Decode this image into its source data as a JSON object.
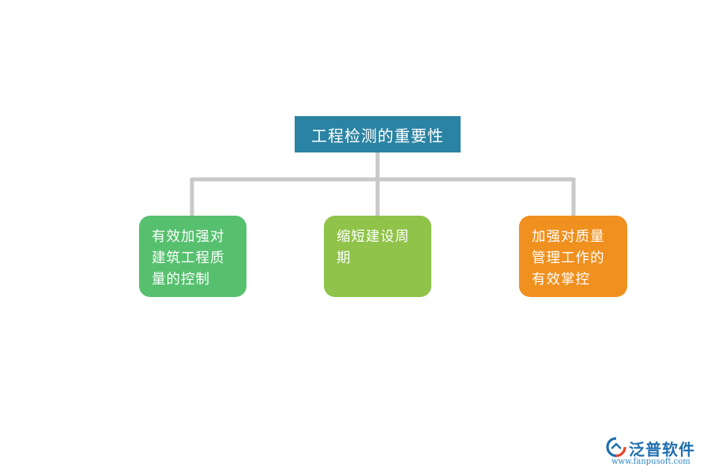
{
  "diagram": {
    "root": {
      "label": "工程检测的重要性",
      "color": "#2b83a3"
    },
    "connector_color": "#c8c8c8",
    "children": [
      {
        "label": "有效加强对建筑工程质量的控制",
        "color": "#57c06f"
      },
      {
        "label": "缩短建设周期",
        "color": "#8fc349"
      },
      {
        "label": "加强对质量管理工作的有效掌控",
        "color": "#f0901f"
      }
    ]
  },
  "watermark": {
    "name": "泛普软件",
    "url": "www.fanpusoft.com",
    "colors": {
      "primary": "#1f6fb0",
      "accent": "#e8432a"
    }
  }
}
